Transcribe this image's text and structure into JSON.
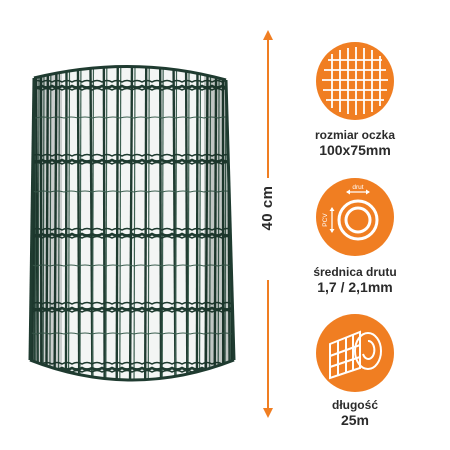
{
  "colors": {
    "accent": "#f07e22",
    "wire": "#1f3b30",
    "wire_light": "#3c5f50",
    "text": "#2b2b2b"
  },
  "dimension": {
    "height_label": "40 cm"
  },
  "features": [
    {
      "icon": "mesh-grid-icon",
      "line1": "rozmiar oczka",
      "line2": "100x75mm"
    },
    {
      "icon": "wire-cross-section-icon",
      "line1": "średnica drutu",
      "line2": "1,7 / 2,1mm",
      "icon_labels": {
        "top": "drut",
        "side": "PCV"
      }
    },
    {
      "icon": "mesh-roll-icon",
      "line1": "długość",
      "line2": "25m"
    }
  ]
}
